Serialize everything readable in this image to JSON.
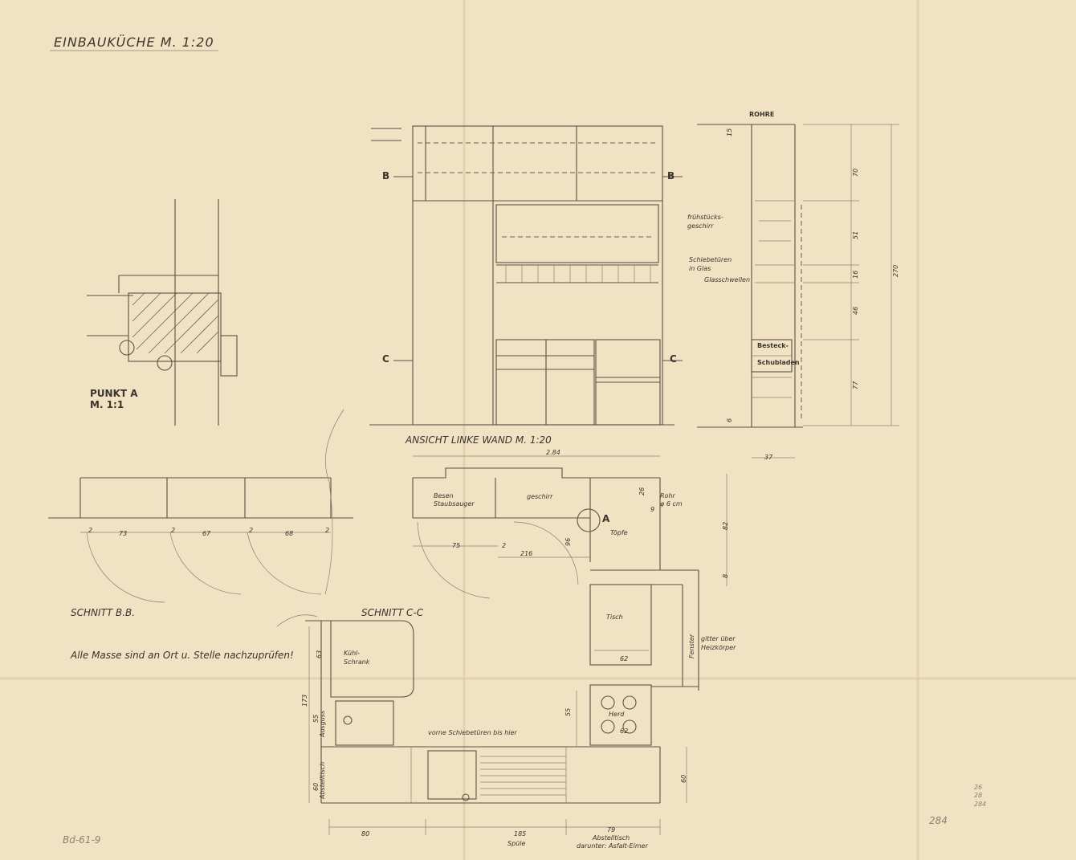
{
  "title": "EINBAUKÜCHE M. 1:20",
  "views": {
    "elevation_title": "ANSICHT LINKE WAND M. 1:20",
    "punkt_a": [
      "PUNKT A",
      "M. 1:1"
    ],
    "schnitt_bb": "SCHNITT B.B.",
    "schnitt_cc": "SCHNITT C-C"
  },
  "section_markers": {
    "b": "B",
    "c": "C",
    "a": "A"
  },
  "notes": {
    "check": "Alle Masse sind an Ort u. Stelle nachzuprüfen!",
    "rohre": "ROHRE",
    "fruehstueck": [
      "frühstücks-",
      "geschirr"
    ],
    "schiebetueren": [
      "Schiebetüren",
      "in Glas"
    ],
    "glasschwellen": "Glasschwellen",
    "besteck": [
      "Besteck-",
      "Schubladen"
    ],
    "besen": [
      "Besen",
      "Staubsauger"
    ],
    "geschirr": "geschirr",
    "rohr": [
      "Rohr",
      "φ 6 cm"
    ],
    "toepfe": "Töpfe",
    "tisch": "Tisch",
    "fenster": "Fenster",
    "gitter": [
      "gitter über",
      "Heizkörper"
    ],
    "kuehlschrank": [
      "Kühl-",
      "Schrank"
    ],
    "herd": "Herd",
    "vorne": "vorne Schiebetüren bis hier",
    "abstelltisch_left": "Abstelltisch",
    "ausguss": "Ausguss",
    "spuele": "Spüle",
    "abstelltisch_bottom": [
      "Abstelltisch",
      "darunter: Asfalt-Eimer"
    ]
  },
  "dimensions": {
    "side": [
      "15",
      "70",
      "51",
      "16",
      "46",
      "77",
      "6",
      "270",
      "37"
    ],
    "bb": [
      "2",
      "73",
      "2",
      "67",
      "2",
      "68",
      "2"
    ],
    "plan": [
      "2.84",
      "75",
      "2",
      "216",
      "96",
      "26",
      "9",
      "82",
      "8",
      "62",
      "55",
      "62",
      "60",
      "173",
      "63",
      "55",
      "60",
      "80",
      "185",
      "79"
    ]
  },
  "archive_marks": {
    "left": "Bd-61-9",
    "right_top": [
      "26",
      "28",
      "284"
    ],
    "right": "284"
  }
}
